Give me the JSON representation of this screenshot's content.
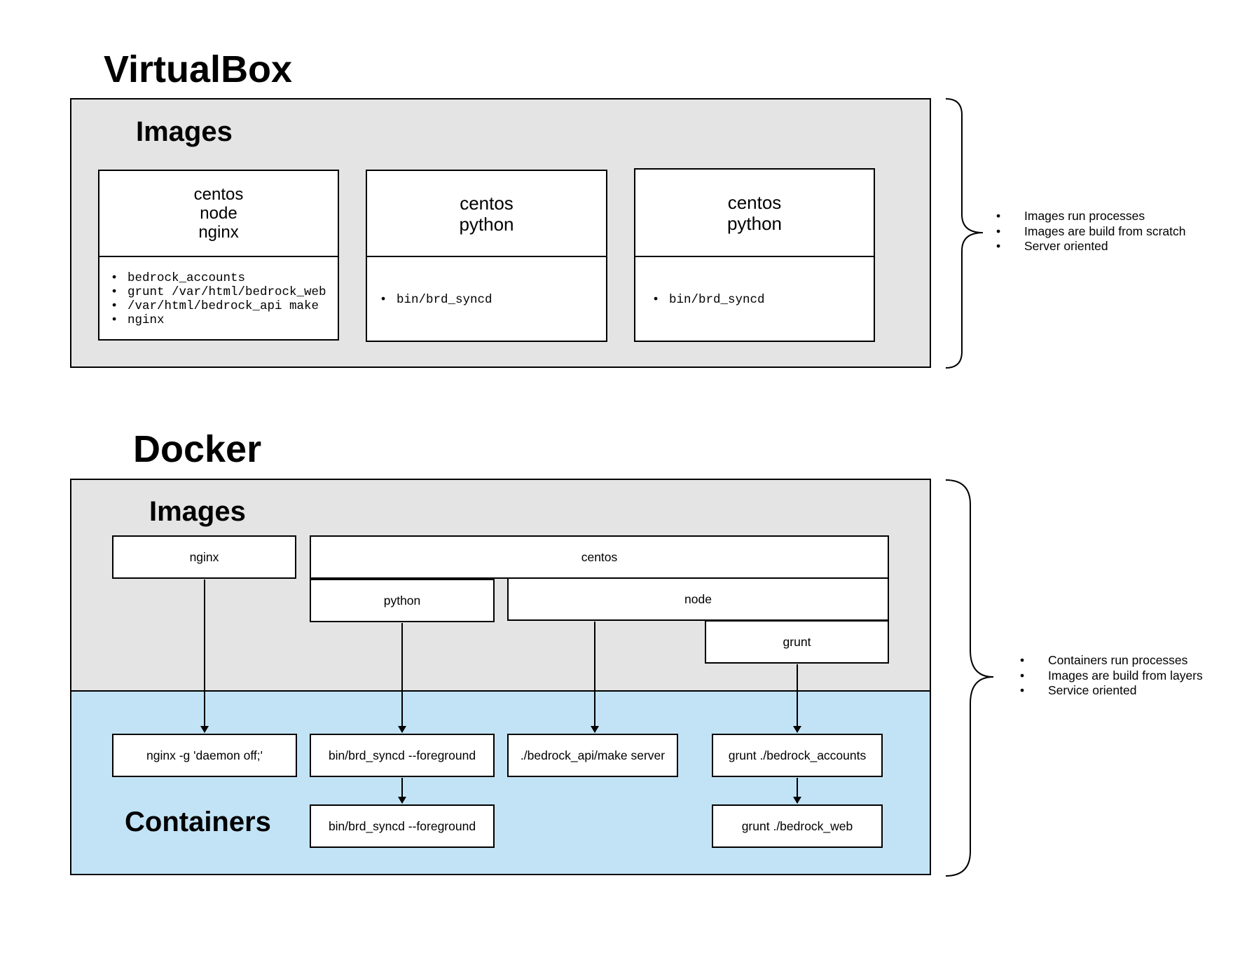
{
  "virtualbox": {
    "title": "VirtualBox",
    "images_label": "Images",
    "images": [
      {
        "header": [
          "centos",
          "node",
          "nginx"
        ],
        "processes": [
          "bedrock_accounts",
          "grunt /var/html/bedrock_web",
          "/var/html/bedrock_api make",
          "nginx"
        ]
      },
      {
        "header": [
          "centos",
          "python"
        ],
        "processes": [
          "bin/brd_syncd"
        ]
      },
      {
        "header": [
          "centos",
          "python"
        ],
        "processes": [
          "bin/brd_syncd"
        ]
      }
    ],
    "notes": [
      "Images run processes",
      "Images are build from scratch",
      "Server oriented"
    ]
  },
  "docker": {
    "title": "Docker",
    "images_label": "Images",
    "containers_label": "Containers",
    "images": {
      "nginx": "nginx",
      "centos": "centos",
      "python": "python",
      "node": "node",
      "grunt": "grunt"
    },
    "containers": {
      "nginx": "nginx -g 'daemon off;'",
      "syncd_1": "bin/brd_syncd --foreground",
      "syncd_2": "bin/brd_syncd --foreground",
      "api": "./bedrock_api/make server",
      "accounts": "grunt ./bedrock_accounts",
      "web": "grunt ./bedrock_web"
    },
    "notes": [
      "Containers run processes",
      "Images are build from layers",
      "Service oriented"
    ]
  },
  "colors": {
    "images_bg": "#e4e4e4",
    "containers_bg": "#c2e3f6",
    "border": "#000000"
  }
}
